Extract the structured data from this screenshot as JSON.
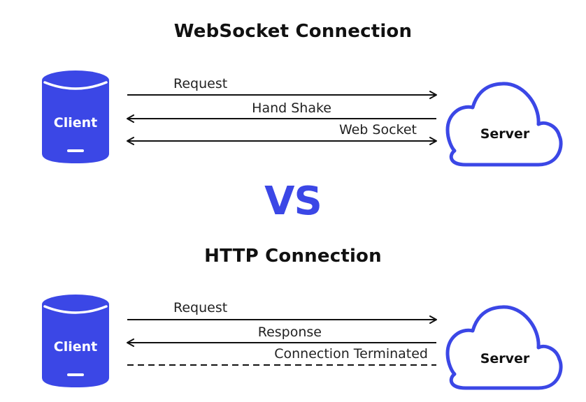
{
  "websocket": {
    "title": "WebSocket Connection",
    "client_label": "Client",
    "server_label": "Server",
    "messages": [
      "Request",
      "Hand Shake",
      "Web Socket"
    ]
  },
  "vs_label": "VS",
  "http": {
    "title": "HTTP Connection",
    "client_label": "Client",
    "server_label": "Server",
    "messages": [
      "Request",
      "Response",
      "Connection Terminated"
    ]
  },
  "colors": {
    "accent": "#3b47e6",
    "text": "#111111"
  }
}
